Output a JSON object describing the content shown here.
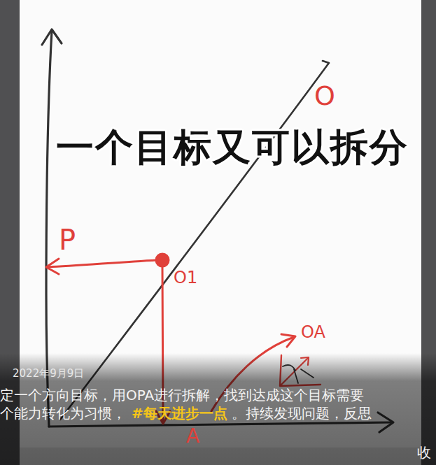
{
  "diagram": {
    "labels": [
      "O",
      "一个目标又可以拆分",
      "P",
      "O1",
      "A",
      "OA",
      "2022年9月9日",
      "定一个方向目标，用OPA进行拆解，找到达成这个目标需要",
      "个能力转化为习惯，",
      "#每天进步一点",
      "。持续发现问题，反思",
      "收"
    ]
  }
}
